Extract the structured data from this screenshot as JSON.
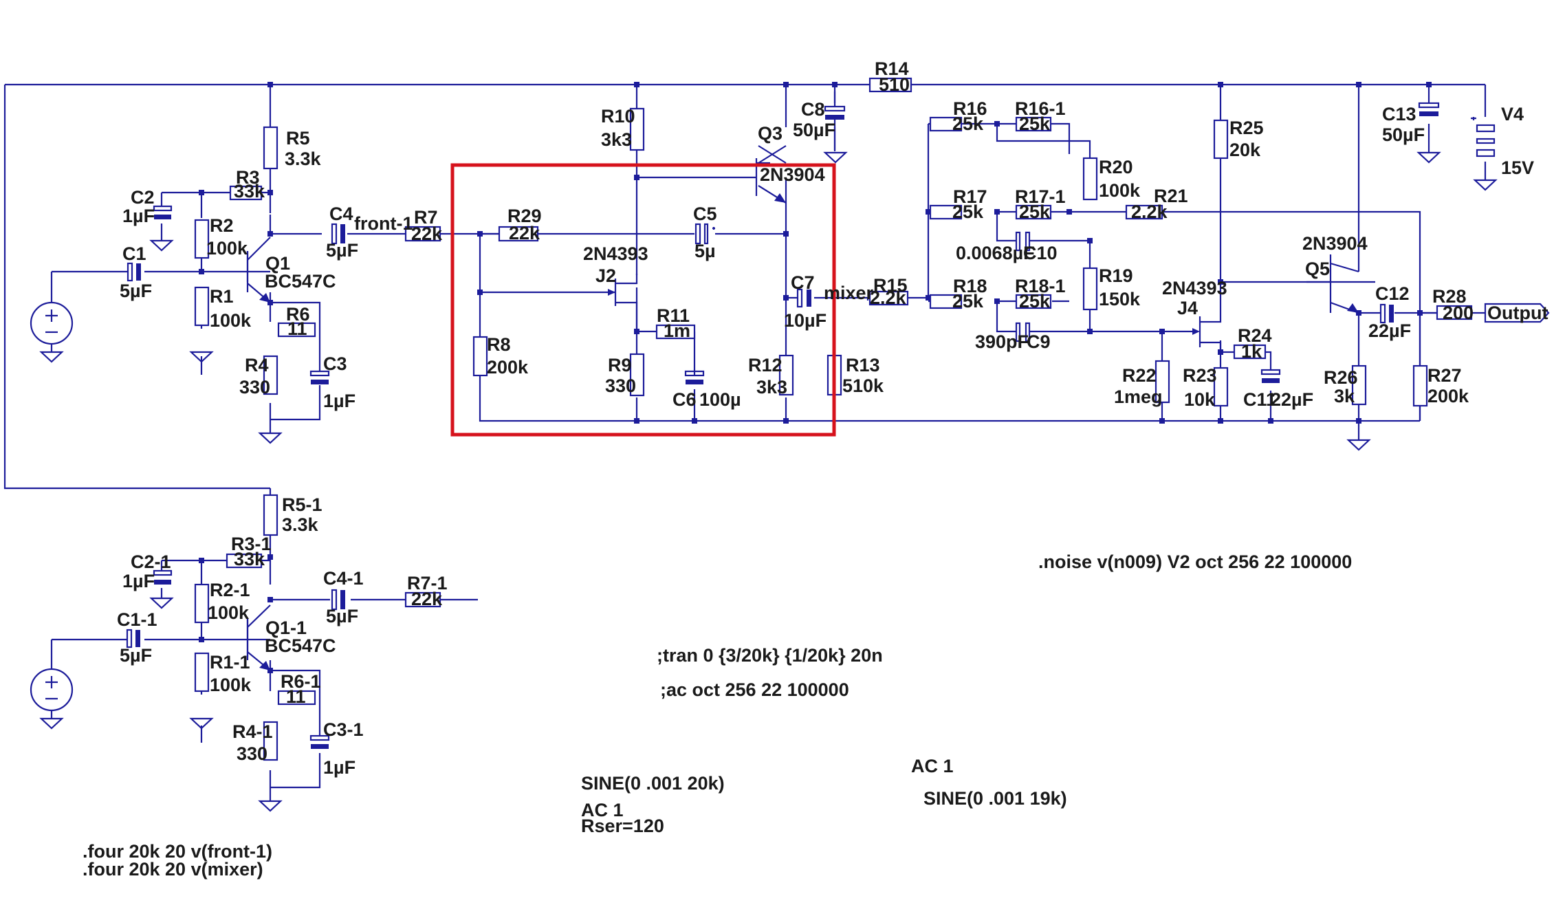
{
  "components": {
    "R14": {
      "ref": "R14",
      "val": "510"
    },
    "R5": {
      "ref": "R5",
      "val": "3.3k"
    },
    "R3": {
      "ref": "R3",
      "val": "33k"
    },
    "C2": {
      "ref": "C2",
      "val": "1µF"
    },
    "R2": {
      "ref": "R2",
      "val": "100k"
    },
    "C1": {
      "ref": "C1",
      "val": "5µF"
    },
    "R1": {
      "ref": "R1",
      "val": "100k"
    },
    "Q1": {
      "ref": "Q1",
      "val": "BC547C"
    },
    "R6": {
      "ref": "R6",
      "val": "11"
    },
    "R4": {
      "ref": "R4",
      "val": "330"
    },
    "C3": {
      "ref": "C3",
      "val": "1µF"
    },
    "C4": {
      "ref": "C4",
      "val": "5µF"
    },
    "R7": {
      "ref": "R7",
      "val": "22k"
    },
    "R10": {
      "ref": "R10",
      "val": "3k3"
    },
    "Q3": {
      "ref": "Q3",
      "val": "2N3904"
    },
    "R29": {
      "ref": "R29",
      "val": "22k"
    },
    "C5": {
      "ref": "C5",
      "val": "5µ"
    },
    "J2": {
      "ref": "J2",
      "val": "2N4393"
    },
    "R11": {
      "ref": "R11",
      "val": "1m"
    },
    "R8": {
      "ref": "R8",
      "val": "200k"
    },
    "R9": {
      "ref": "R9",
      "val": "330"
    },
    "C6": {
      "ref": "C6",
      "val": "100µ"
    },
    "R12": {
      "ref": "R12",
      "val": "3k3"
    },
    "C7": {
      "ref": "C7",
      "val": "10µF"
    },
    "R13": {
      "ref": "R13",
      "val": "510k"
    },
    "C8": {
      "ref": "C8",
      "val": "50µF"
    },
    "R15": {
      "ref": "R15",
      "val": "2.2k"
    },
    "R16": {
      "ref": "R16",
      "val": "25k"
    },
    "R16-1": {
      "ref": "R16-1",
      "val": "25k"
    },
    "R17": {
      "ref": "R17",
      "val": "25k"
    },
    "R17-1": {
      "ref": "R17-1",
      "val": "25k"
    },
    "C10": {
      "ref": "C10",
      "val": "0.0068µF"
    },
    "R18": {
      "ref": "R18",
      "val": "25k"
    },
    "R18-1": {
      "ref": "R18-1",
      "val": "25k"
    },
    "C9": {
      "ref": "C9",
      "val": "390pF"
    },
    "R20": {
      "ref": "R20",
      "val": "100k"
    },
    "R19": {
      "ref": "R19",
      "val": "150k"
    },
    "R21": {
      "ref": "R21",
      "val": "2.2k"
    },
    "R22": {
      "ref": "R22",
      "val": "1meg"
    },
    "R25": {
      "ref": "R25",
      "val": "20k"
    },
    "J4": {
      "ref": "J4",
      "val": "2N4393"
    },
    "R24": {
      "ref": "R24",
      "val": "1k"
    },
    "R23": {
      "ref": "R23",
      "val": "10k"
    },
    "C11": {
      "ref": "C11",
      "val": "22µF"
    },
    "Q5": {
      "ref": "Q5",
      "val": "2N3904"
    },
    "C12": {
      "ref": "C12",
      "val": "22µF"
    },
    "R26": {
      "ref": "R26",
      "val": "3k"
    },
    "R27": {
      "ref": "R27",
      "val": "200k"
    },
    "R28": {
      "ref": "R28",
      "val": "200"
    },
    "C13": {
      "ref": "C13",
      "val": "50µF"
    },
    "V4": {
      "ref": "V4",
      "val": "15V"
    },
    "R5-1": {
      "ref": "R5-1",
      "val": "3.3k"
    },
    "R3-1": {
      "ref": "R3-1",
      "val": "33k"
    },
    "C2-1": {
      "ref": "C2-1",
      "val": "1µF"
    },
    "R2-1": {
      "ref": "R2-1",
      "val": "100k"
    },
    "C1-1": {
      "ref": "C1-1",
      "val": "5µF"
    },
    "R1-1": {
      "ref": "R1-1",
      "val": "100k"
    },
    "Q1-1": {
      "ref": "Q1-1",
      "val": "BC547C"
    },
    "R6-1": {
      "ref": "R6-1",
      "val": "11"
    },
    "R4-1": {
      "ref": "R4-1",
      "val": "330"
    },
    "C3-1": {
      "ref": "C3-1",
      "val": "1µF"
    },
    "C4-1": {
      "ref": "C4-1",
      "val": "5µF"
    },
    "R7-1": {
      "ref": "R7-1",
      "val": "22k"
    }
  },
  "nets": {
    "front": "front-1",
    "mixer": "mixer",
    "output": "Output"
  },
  "directives": {
    "noise": ".noise v(n009) V2 oct 256 22 100000",
    "tran": ";tran 0 {3/20k} {1/20k} 20n",
    "ac": ";ac oct 256 22 100000",
    "four1": ".four 20k 20 v(front-1)",
    "four2": ".four 20k 20 v(mixer)"
  },
  "sources": {
    "src1_ac": "AC 1",
    "src1_sine": "SINE(0 .001 19k)",
    "src2_sine": "SINE(0 .001 20k)",
    "src2_ac": "AC 1",
    "src2_rser": "Rser=120"
  },
  "colors": {
    "wire": "#1c1c9a",
    "highlight": "#d6121c",
    "text": "#1a1a1a"
  }
}
